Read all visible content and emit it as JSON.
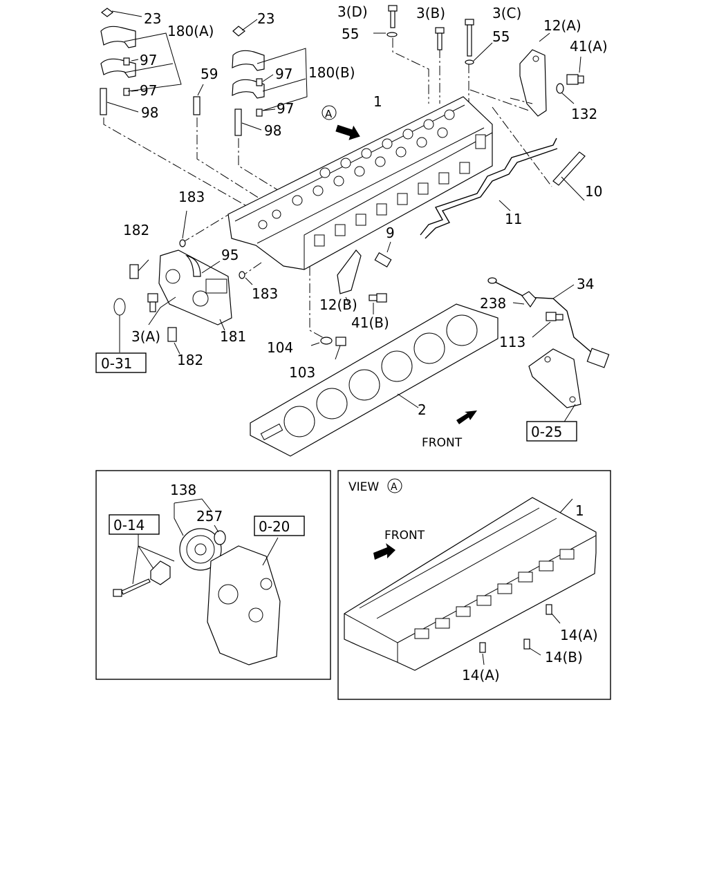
{
  "callouts": {
    "c23a": "23",
    "c23b": "23",
    "c180a": "180(A)",
    "c180b": "180(B)",
    "c97a": "97",
    "c97b": "97",
    "c97c": "97",
    "c97d": "97",
    "c98a": "98",
    "c98b": "98",
    "c59": "59",
    "c3d": "3(D)",
    "c3b": "3(B)",
    "c3c": "3(C)",
    "c3a": "3(A)",
    "c55a": "55",
    "c55b": "55",
    "c12a": "12(A)",
    "c12b": "12(B)",
    "c41a": "41(A)",
    "c41b": "41(B)",
    "c132": "132",
    "c1": "1",
    "c1v": "1",
    "c10": "10",
    "c11": "11",
    "c9": "9",
    "c183a": "183",
    "c183b": "183",
    "c182a": "182",
    "c182b": "182",
    "c95": "95",
    "c181": "181",
    "c104": "104",
    "c103": "103",
    "c2": "2",
    "c34": "34",
    "c238": "238",
    "c113": "113",
    "c138": "138",
    "c257": "257",
    "c14a1": "14(A)",
    "c14b": "14(B)",
    "c14a2": "14(A)"
  },
  "refs": {
    "r031": "0-31",
    "r025": "0-25",
    "r014": "0-14",
    "r020": "0-20"
  },
  "labels": {
    "front_main": "FRONT",
    "front_view": "FRONT",
    "view_prefix": "VIEW",
    "view_mark": "A",
    "marker_a": "A"
  },
  "icons": {
    "arrow_main": "front-direction-arrow",
    "arrow_view": "view-direction-arrow",
    "arrow_front": "front-arrow"
  }
}
